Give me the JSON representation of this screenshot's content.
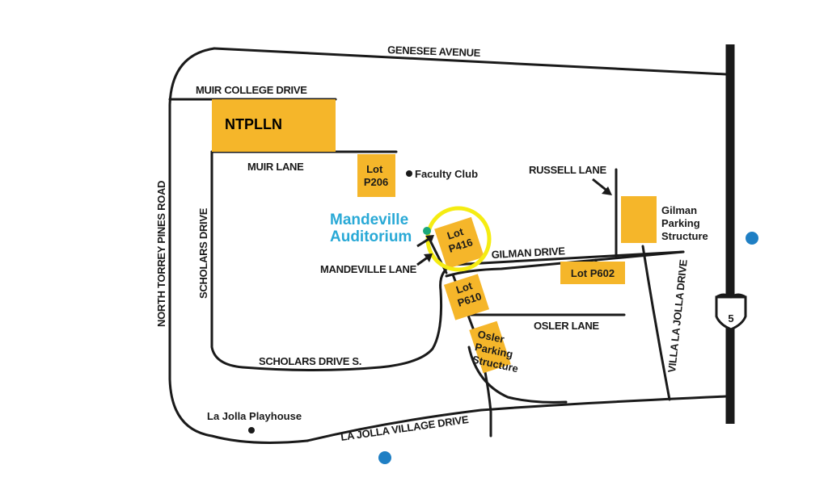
{
  "roads": {
    "genesee": "GENESEE AVENUE",
    "muir_college": "MUIR COLLEGE DRIVE",
    "muir_lane": "MUIR LANE",
    "north_torrey": "NORTH TORREY PINES ROAD",
    "scholars": "SCHOLARS DRIVE",
    "scholars_s": "SCHOLARS DRIVE S.",
    "russell": "RUSSELL LANE",
    "gilman": "GILMAN DRIVE",
    "mandeville_lane": "MANDEVILLE LANE",
    "osler": "OSLER LANE",
    "villa_la_jolla": "VILLA LA JOLLA DRIVE",
    "la_jolla_village": "LA JOLLA VILLAGE DRIVE"
  },
  "lots": {
    "ntplln": "NTPLLN",
    "p206": [
      "Lot",
      "P206"
    ],
    "p416": [
      "Lot",
      "P416"
    ],
    "p610": [
      "Lot",
      "P610"
    ],
    "p602": "Lot P602",
    "gilman_structure": [
      "Gilman",
      "Parking",
      "Structure"
    ],
    "osler_structure": [
      "Osler",
      "Parking",
      "Structure"
    ]
  },
  "places": {
    "faculty_club": "Faculty Club",
    "mandeville": [
      "Mandeville",
      "Auditorium"
    ],
    "playhouse": "La Jolla Playhouse"
  },
  "highway": {
    "shield": "5"
  },
  "colors": {
    "lot_fill": "#f5b62a",
    "venue": "#29a9d6",
    "marker_blue": "#1f7fc4",
    "highlight": "#f5ec12",
    "road": "#1a1a1a"
  }
}
